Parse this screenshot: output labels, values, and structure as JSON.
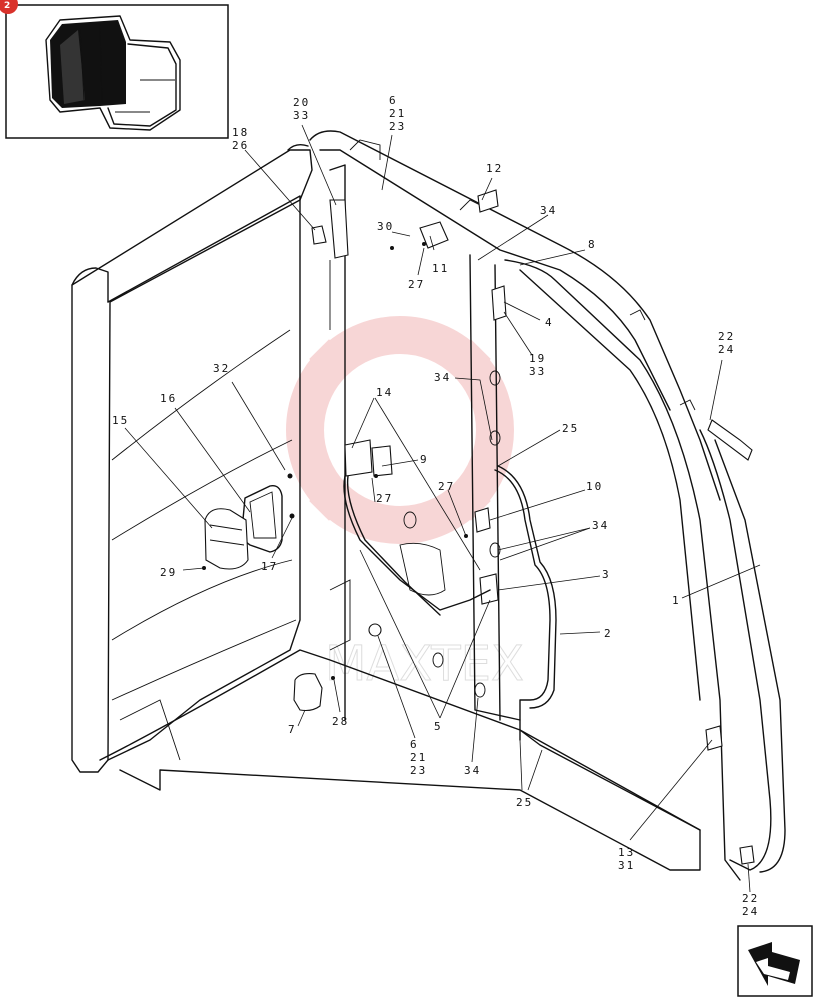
{
  "page_badge": "2",
  "callouts": [
    {
      "id": "c-20-33",
      "lines": [
        "20",
        "33"
      ]
    },
    {
      "id": "c-6-21-23-top",
      "lines": [
        "6",
        "21",
        "23"
      ]
    },
    {
      "id": "c-18-26",
      "lines": [
        "18",
        "26"
      ]
    },
    {
      "id": "c-12",
      "lines": [
        "12"
      ]
    },
    {
      "id": "c-34-top",
      "lines": [
        "34"
      ]
    },
    {
      "id": "c-30",
      "lines": [
        "30"
      ]
    },
    {
      "id": "c-11",
      "lines": [
        "11"
      ]
    },
    {
      "id": "c-27-top",
      "lines": [
        "27"
      ]
    },
    {
      "id": "c-8",
      "lines": [
        "8"
      ]
    },
    {
      "id": "c-4",
      "lines": [
        "4"
      ]
    },
    {
      "id": "c-19-33",
      "lines": [
        "19",
        "33"
      ]
    },
    {
      "id": "c-22-24-top",
      "lines": [
        "22",
        "24"
      ]
    },
    {
      "id": "c-32",
      "lines": [
        "32"
      ]
    },
    {
      "id": "c-34-mid",
      "lines": [
        "34"
      ]
    },
    {
      "id": "c-16",
      "lines": [
        "16"
      ]
    },
    {
      "id": "c-15",
      "lines": [
        "15"
      ]
    },
    {
      "id": "c-14",
      "lines": [
        "14"
      ]
    },
    {
      "id": "c-25-mid",
      "lines": [
        "25"
      ]
    },
    {
      "id": "c-9",
      "lines": [
        "9"
      ]
    },
    {
      "id": "c-27-mid",
      "lines": [
        "27"
      ]
    },
    {
      "id": "c-27-right",
      "lines": [
        "27"
      ]
    },
    {
      "id": "c-10",
      "lines": [
        "10"
      ]
    },
    {
      "id": "c-34-right",
      "lines": [
        "34"
      ]
    },
    {
      "id": "c-29",
      "lines": [
        "29"
      ]
    },
    {
      "id": "c-17",
      "lines": [
        "17"
      ]
    },
    {
      "id": "c-3",
      "lines": [
        "3"
      ]
    },
    {
      "id": "c-1",
      "lines": [
        "1"
      ]
    },
    {
      "id": "c-2",
      "lines": [
        "2"
      ]
    },
    {
      "id": "c-7",
      "lines": [
        "7"
      ]
    },
    {
      "id": "c-28",
      "lines": [
        "28"
      ]
    },
    {
      "id": "c-5",
      "lines": [
        "5"
      ]
    },
    {
      "id": "c-6-21-23-bottom",
      "lines": [
        "6",
        "21",
        "23"
      ]
    },
    {
      "id": "c-34-bottom",
      "lines": [
        "34"
      ]
    },
    {
      "id": "c-25-bottom",
      "lines": [
        "25"
      ]
    },
    {
      "id": "c-13-31",
      "lines": [
        "13",
        "31"
      ]
    },
    {
      "id": "c-22-24-bottom",
      "lines": [
        "22",
        "24"
      ]
    }
  ],
  "colors": {
    "line": "#111111",
    "badge": "#d9322b",
    "watermark": "#f2b5b5"
  }
}
